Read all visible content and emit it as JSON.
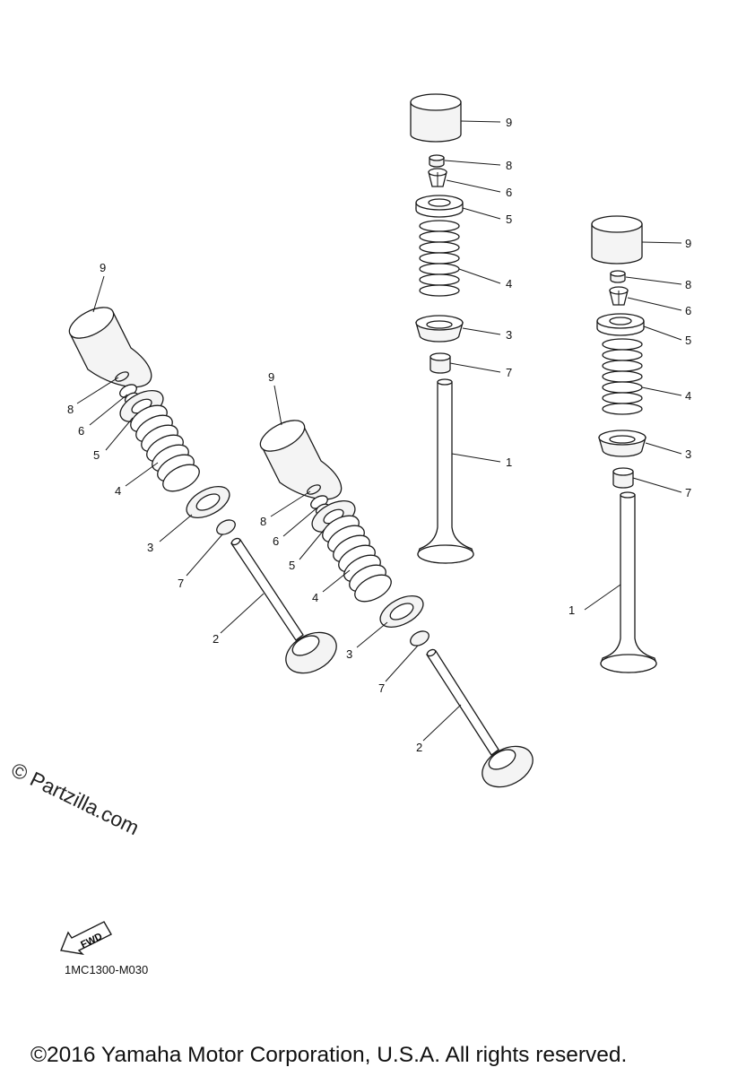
{
  "diagram": {
    "callouts": [
      "1",
      "2",
      "3",
      "4",
      "5",
      "6",
      "7",
      "8",
      "9"
    ]
  },
  "watermark": "© Partzilla.com",
  "fwd_label": "FWD",
  "reference_code": "1MC1300-M030",
  "copyright": "©2016 Yamaha Motor Corporation, U.S.A. All rights reserved."
}
